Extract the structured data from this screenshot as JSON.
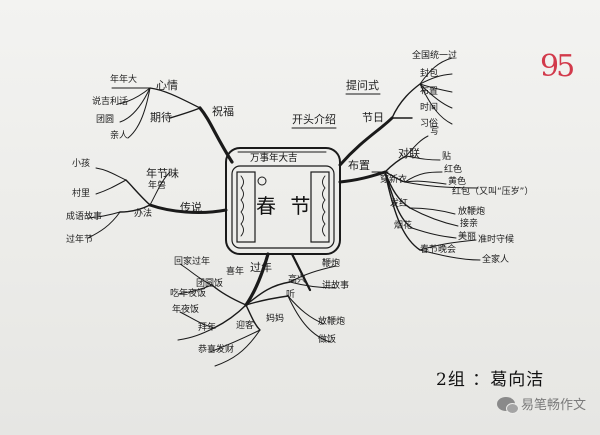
{
  "center": {
    "banner": "万事年大吉",
    "title": "春 节"
  },
  "branches": {
    "greeting": {
      "label": "祝福",
      "sub_label": "心情",
      "items": [
        "年年大",
        "说吉利话",
        "团圆",
        "亲人"
      ],
      "side": "期待"
    },
    "customs": {
      "label": "传说",
      "sub_label": "年节味",
      "items": [
        "小孩",
        "年兽",
        "村里",
        "成语故事",
        "过年节"
      ],
      "methods": "办法"
    },
    "intro": {
      "label": "开头介绍",
      "sub1": "提问式",
      "sub1_items": [
        "全国统一过",
        "封包",
        "布置",
        "时间",
        "习俗"
      ],
      "sub2": "节日"
    },
    "decorate": {
      "label": "布置",
      "couplets": "对联",
      "couplet_items": [
        "写",
        "贴"
      ],
      "clothes": "穿新衣",
      "clothes_items": [
        "红色",
        "黄色",
        "红包（又叫“压岁”）"
      ],
      "gift": "发红",
      "gift_items": [
        "放鞭炮",
        "接亲"
      ],
      "fireworks": "烟花",
      "fireworks_items": [
        "美丽"
      ],
      "gala": "春节晚会",
      "gala_items": [
        "准时守候",
        "全家人"
      ]
    },
    "newyear": {
      "label": "过年",
      "mood": "高兴",
      "mood_label": "喜年",
      "listen": "听",
      "listen_items": [
        "鞭炮",
        "讲故事"
      ],
      "mom": "妈妈",
      "mom_items": [
        "放鞭炮",
        "做饭"
      ],
      "guest": "迎客",
      "guest_items": [
        "拜年",
        "恭喜发财"
      ],
      "dinner": "团圆饭",
      "dinner_items": [
        "回家过年",
        "吃年夜饭",
        "年夜饭"
      ]
    }
  },
  "grade": "95",
  "signature": "2组 ：葛向洁",
  "watermark": {
    "icon": "wechat-icon",
    "text": "易笔畅作文"
  }
}
